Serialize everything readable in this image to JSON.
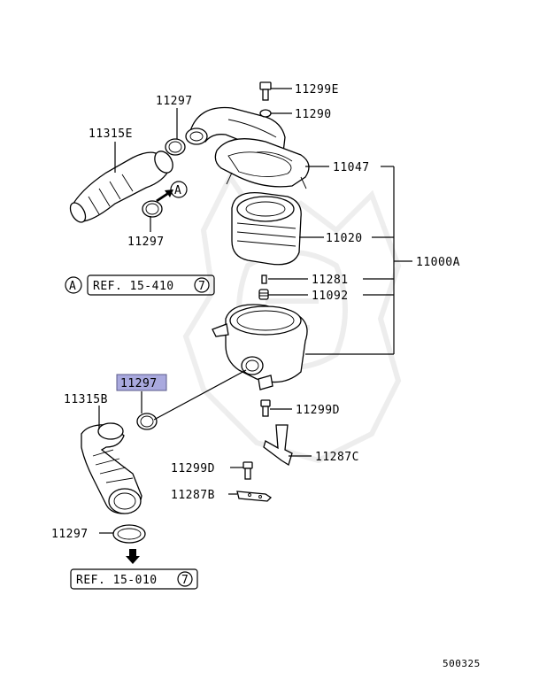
{
  "labels": {
    "p11299E": "11299E",
    "p11290": "11290",
    "p11297_top": "11297",
    "p11315E": "11315E",
    "p11047": "11047",
    "p11297_mid": "11297",
    "p11020": "11020",
    "p11000A": "11000A",
    "p11281": "11281",
    "p11092": "11092",
    "p11297_hl": "11297",
    "p11315B": "11315B",
    "p11299D_right": "11299D",
    "p11287C": "11287C",
    "p11299D_left": "11299D",
    "p11287B": "11287B",
    "p11297_bottom": "11297"
  },
  "refs": {
    "ref_a_marker": "A",
    "ref_a_inline": "A",
    "ref_a_text": "REF. 15-410",
    "ref_a_num": "7",
    "ref_b_text": "REF. 15-010",
    "ref_b_num": "7"
  },
  "figure_number": "500325",
  "colors": {
    "highlight": "#a9a9de",
    "lines": "#000000",
    "watermark": "#ececec"
  }
}
